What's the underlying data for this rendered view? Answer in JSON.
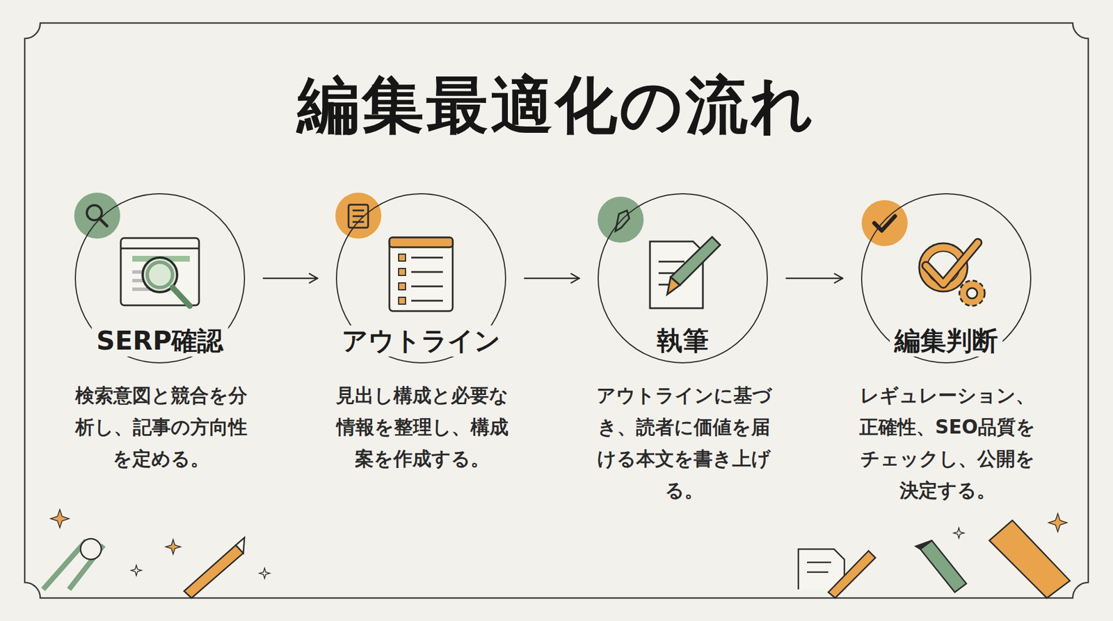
{
  "diagram": {
    "title": "編集最適化の流れ",
    "nodes": [
      {
        "text": [
          "SERP確認",
          "検索意図と競合を分析し、記事の方向性を定める。"
        ]
      },
      {
        "text": [
          "アウトライン",
          "見出し構成と必要な情報を整理し、構成案を作成する。"
        ]
      },
      {
        "text": [
          "執筆",
          "アウトラインに基づき、読者に価値を届ける本文を書き上げる。"
        ]
      },
      {
        "text": [
          "編集判断",
          "レギュレーション、正確性、SEO品質をチェックし、公開を決定する。"
        ]
      }
    ],
    "edges": [
      {
        "from": 0,
        "to": 1,
        "arrow": "to"
      },
      {
        "from": 1,
        "to": 2,
        "arrow": "to"
      },
      {
        "from": 2,
        "to": 3,
        "arrow": "to"
      }
    ]
  }
}
